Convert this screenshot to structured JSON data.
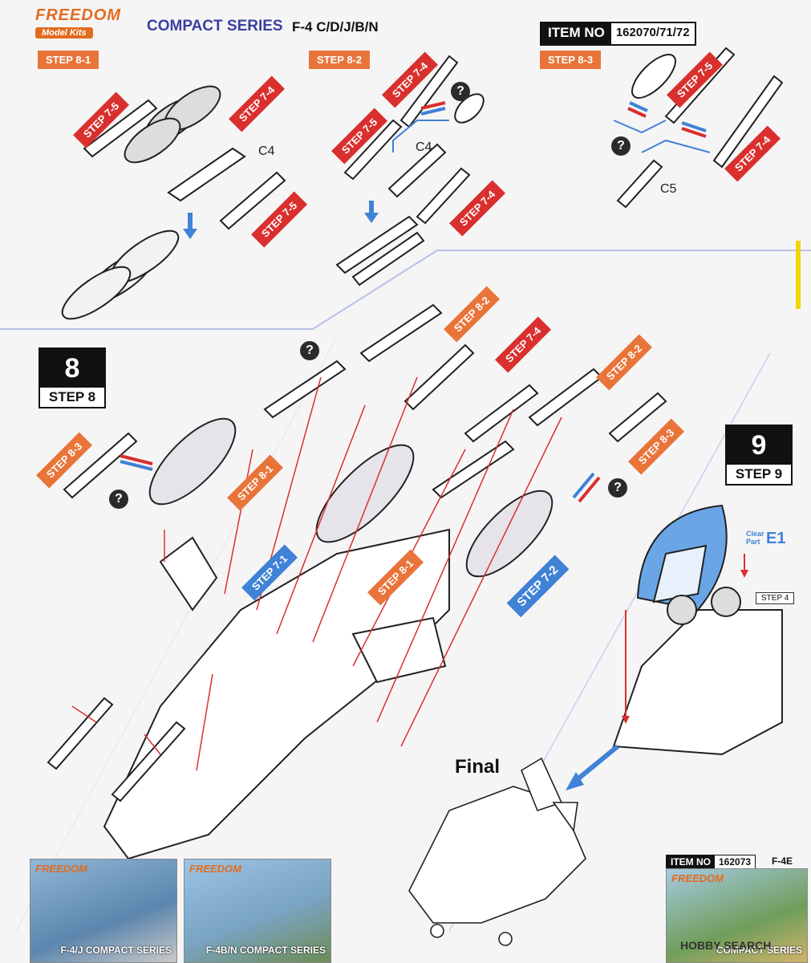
{
  "header": {
    "brand_name": "FREEDOM",
    "brand_sub": "Model Kits",
    "series": "COMPACT SERIES",
    "model": "F-4 C/D/J/B/N",
    "item_label": "ITEM NO",
    "item_number": "162070/71/72"
  },
  "steps": {
    "s8_1": "STEP 8-1",
    "s8_2": "STEP 8-2",
    "s8_3": "STEP 8-3",
    "s7_1": "STEP 7-1",
    "s7_2": "STEP 7-2",
    "s7_4": "STEP 7-4",
    "s7_5": "STEP 7-5",
    "big8_num": "8",
    "big8_txt": "STEP 8",
    "big9_num": "9",
    "big9_txt": "STEP 9",
    "step4": "STEP 4"
  },
  "parts": {
    "c4": "C4",
    "c5": "C5",
    "e1": "E1",
    "clear_part": "Clear Part"
  },
  "question": "?",
  "final_label": "Final",
  "thumbs": {
    "brand": "FREEDOM",
    "t1_caption": "F-4/J COMPACT SERIES",
    "t2_caption": "F-4B/N COMPACT SERIES",
    "t3_caption": "COMPACT SERIES"
  },
  "footer_item": {
    "label": "ITEM NO",
    "number": "162073",
    "variant": "F-4E"
  },
  "watermark": "HOBBY SEARCH",
  "colors": {
    "orange": "#e9743a",
    "blue": "#3f82d6",
    "red": "#d9302e",
    "guide": "#b7c0e6",
    "yellow": "#f2d400"
  }
}
